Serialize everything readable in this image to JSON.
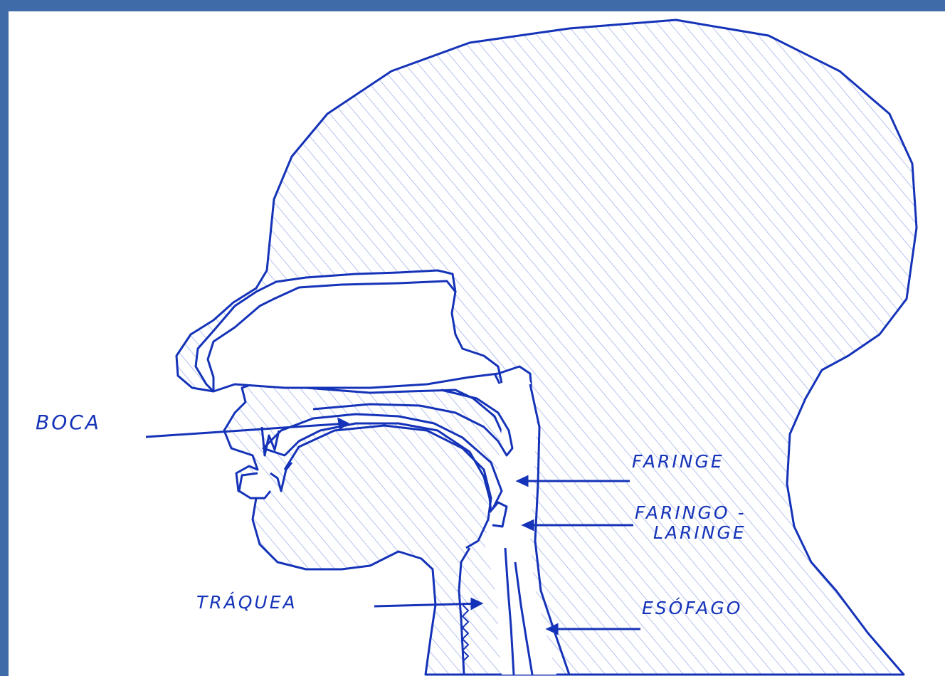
{
  "labels": {
    "boca": "BOCA",
    "faringe": "FARINGE",
    "faringo": "FARINGO -",
    "laringe": "LARINGE",
    "traquea": "TRÁQUEA",
    "esofago": "ESÓFAGO"
  },
  "colors": {
    "ink": "#1533b8",
    "hatch": "#8fa3e6",
    "background": "#3f6ca9",
    "paper": "#ffffff"
  }
}
